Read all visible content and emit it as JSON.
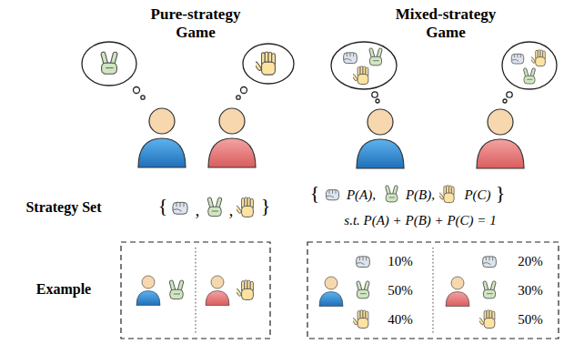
{
  "diagram": {
    "labels": [
      "Pure-strategy Game",
      "Mixed-strategy Game",
      "Strategy Set",
      "{",
      ",",
      ",",
      "}",
      "Example",
      "{",
      "P(A),",
      "P(B),",
      "P(C)",
      "}",
      "s.t. P(A) + P(B) + P(C) = 1",
      "10%",
      "50%",
      "40%",
      "20%",
      "30%",
      "50%"
    ]
  }
}
